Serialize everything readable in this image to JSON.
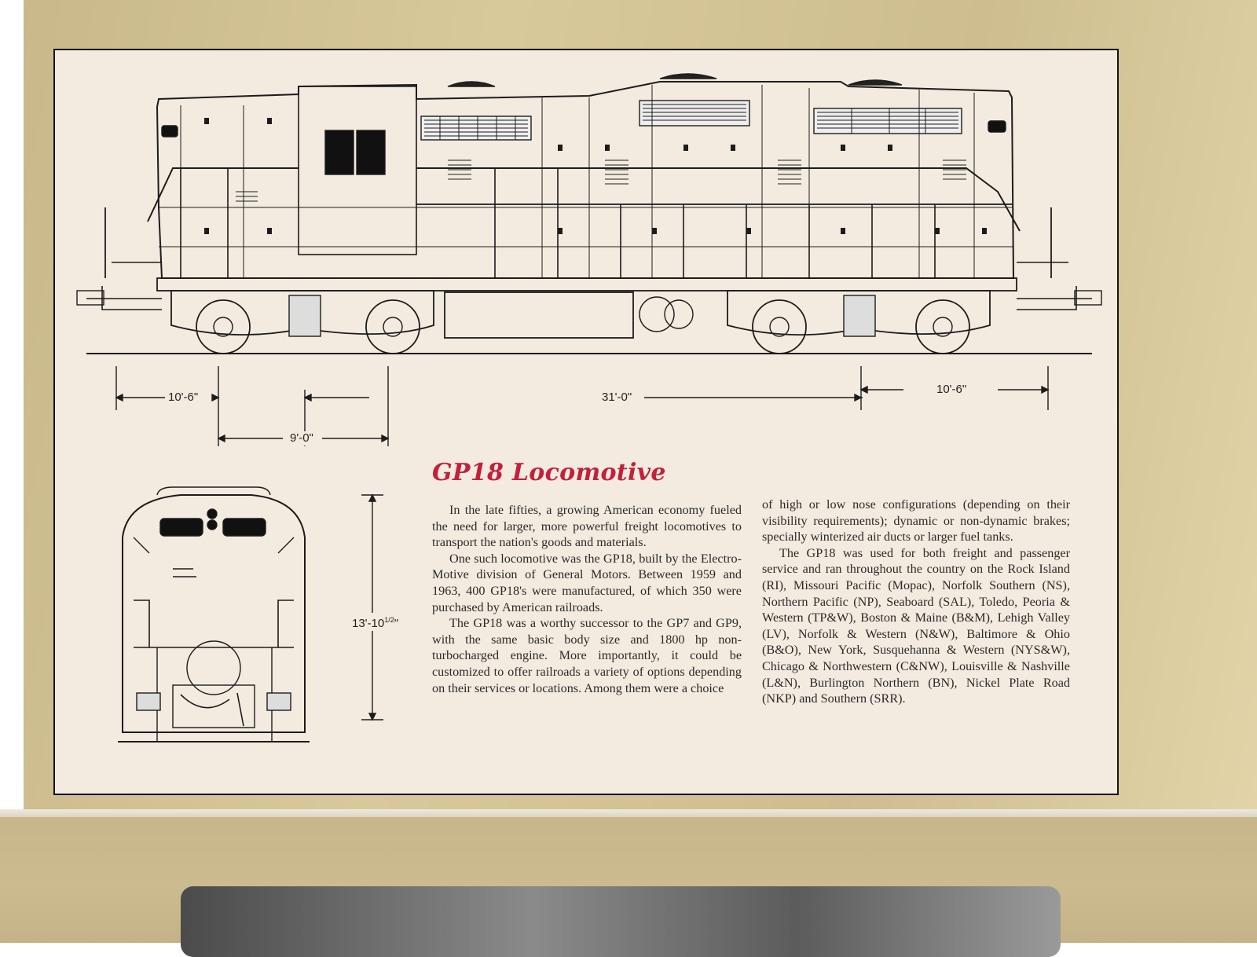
{
  "title": "GP18 Locomotive",
  "dimensions": {
    "front_truck": "10'-6\"",
    "truck_wheelbase": "9'-0\"",
    "truck_centers": "31'-0\"",
    "rear_truck": "10'-6\"",
    "height_main": "13'-10",
    "height_fraction": "1/2",
    "height_unit": "\""
  },
  "left_column": [
    "In the late fifties, a growing American economy fueled the need for larger, more powerful freight locomotives to transport the nation's goods and materials.",
    "One such locomotive was the GP18, built by the Electro-Motive division of General Motors. Between 1959 and 1963, 400 GP18's were manufactured, of which 350 were purchased by American railroads.",
    "The GP18 was a worthy successor to the GP7 and GP9, with the same basic body size and 1800 hp non-turbocharged engine. More importantly, it could be customized to offer railroads a variety of options depending on their services or locations. Among them were a choice"
  ],
  "right_column": [
    "of high or low nose configurations (depending on their visibility requirements); dynamic or non-dynamic brakes; specially winterized air ducts or larger fuel tanks.",
    "The GP18 was used for both freight and passenger service and ran throughout the country on the Rock Island (RI), Missouri Pacific (Mopac), Norfolk Southern (NS), Northern Pacific (NP), Seaboard (SAL), Toledo, Peoria & Western (TP&W), Boston & Maine (B&M), Lehigh Valley (LV), Norfolk & Western (N&W), Baltimore & Ohio (B&O), New York, Susquehanna & Western (NYS&W), Chicago & Northwestern (C&NW), Louisville & Nashville (L&N), Burlington Northern (BN), Nickel Plate Road (NKP) and Southern (SRR)."
  ],
  "colors": {
    "title_red": "#c2203d",
    "card_cream": "#f3ebdf",
    "box_gold": "#cdbd8f"
  }
}
